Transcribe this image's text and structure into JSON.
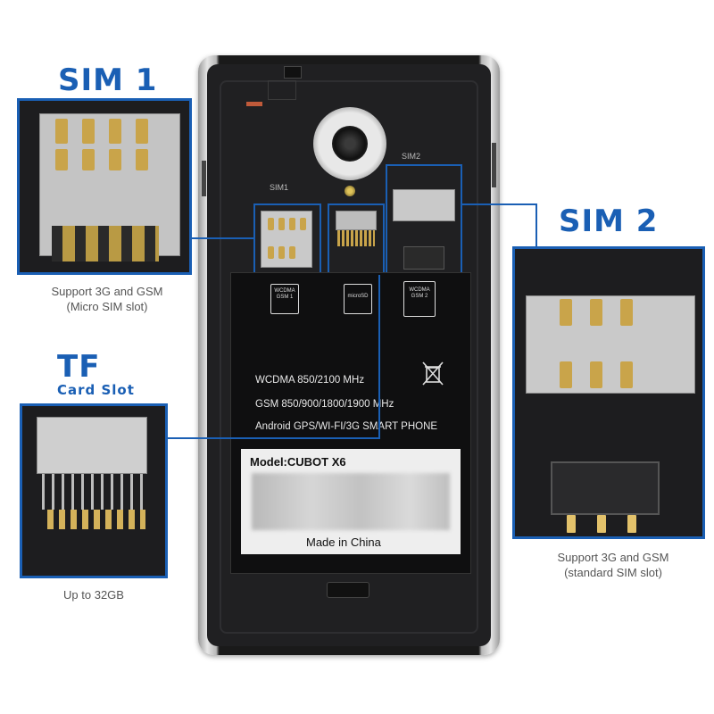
{
  "callouts": {
    "sim1": {
      "title": "SIM 1",
      "caption_line1": "Support 3G and GSM",
      "caption_line2": "(Micro SIM slot)"
    },
    "tf": {
      "title": "TF",
      "subtitle": "Card Slot",
      "caption": "Up to 32GB"
    },
    "sim2": {
      "title": "SIM 2",
      "caption_line1": "Support 3G and GSM",
      "caption_line2": "(standard SIM slot)"
    }
  },
  "phone": {
    "slot_labels": {
      "sim1": "SIM1",
      "sim2": "SIM2",
      "wcdma_gsm1": "WCDMA GSM 1",
      "microsd": "microSD",
      "wcdma_gsm2": "WCDMA GSM 2"
    },
    "spec_lines": [
      "WCDMA 850/2100 MHz",
      "GSM 850/900/1800/1900 MHz",
      "Android GPS/WI-FI/3G SMART PHONE"
    ],
    "label": {
      "model": "Model:CUBOT X6",
      "made_in": "Made in China"
    }
  },
  "colors": {
    "accent": "#1a5fb4",
    "phone_body": "#202022",
    "contact_gold": "#c9a44a"
  },
  "icons": {
    "recycle": "crossed-out-bin-icon",
    "camera": "rear-camera-icon",
    "flash": "flash-icon"
  }
}
